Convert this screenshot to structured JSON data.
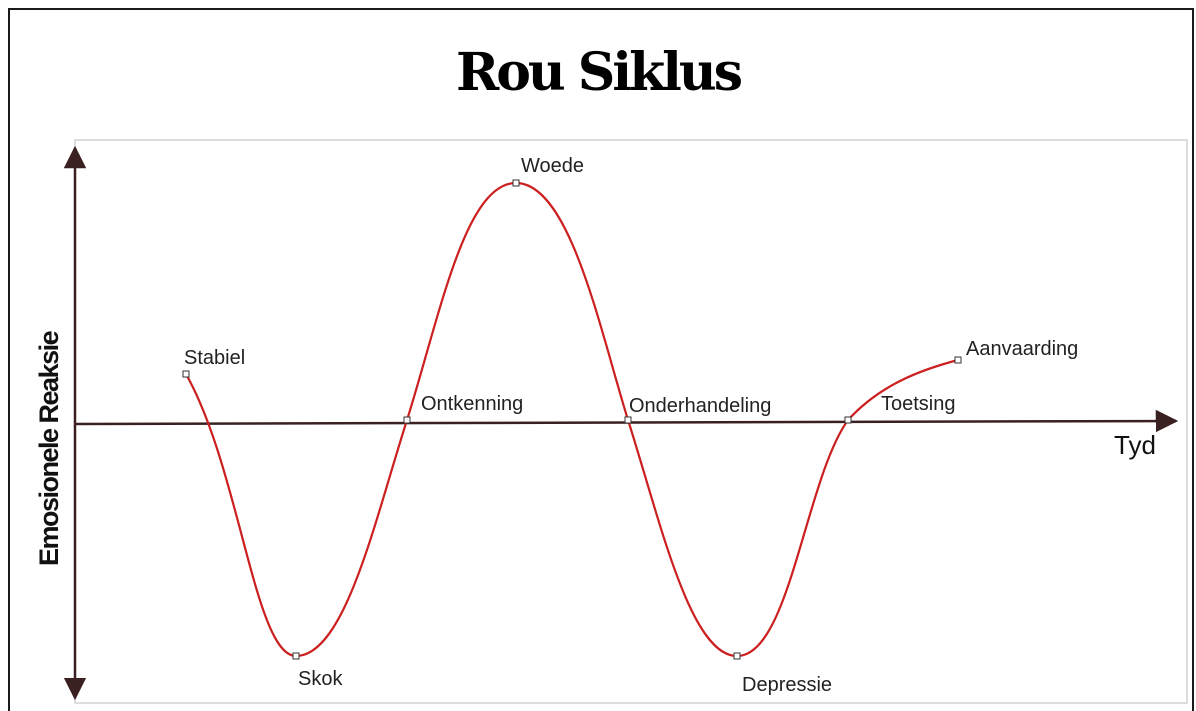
{
  "title": "Rou Siklus",
  "axes": {
    "x_label": "Tyd",
    "y_label": "Emosionele Reaksie"
  },
  "colors": {
    "curve": "#cc1f1f",
    "axis": "#3a2020",
    "border": "#bbbbbb"
  },
  "stages": [
    {
      "key": "stabiel",
      "label": "Stabiel"
    },
    {
      "key": "skok",
      "label": "Skok"
    },
    {
      "key": "ontkenning",
      "label": "Ontkenning"
    },
    {
      "key": "woede",
      "label": "Woede"
    },
    {
      "key": "onderhandeling",
      "label": "Onderhandeling"
    },
    {
      "key": "depressie",
      "label": "Depressie"
    },
    {
      "key": "toetsing",
      "label": "Toetsing"
    },
    {
      "key": "aanvaarding",
      "label": "Aanvaarding"
    }
  ]
}
